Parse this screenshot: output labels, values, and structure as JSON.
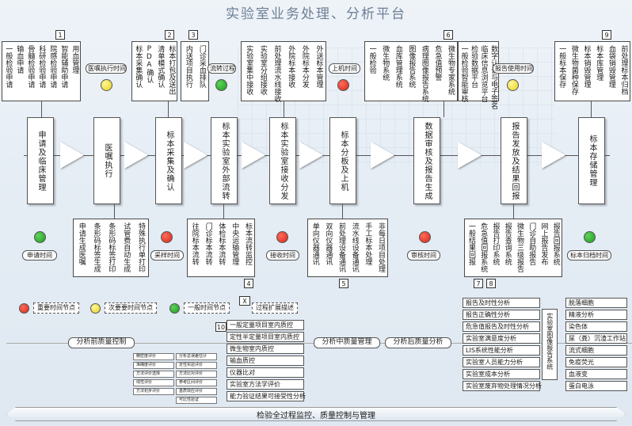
{
  "title": "实验室业务处理、分析平台",
  "top_groups": {
    "g1": {
      "num": "1",
      "items": [
        "一般检验申请",
        "输血申请",
        "骨髓检验申请",
        "科研检验申请",
        "院感检验申请",
        "智能辅助申请",
        "用血管理"
      ]
    },
    "g2": {
      "num": "2",
      "items": [
        "标本采集确认",
        "PDA确认",
        "清单模式确认",
        "标本打包及送出"
      ]
    },
    "g3": {
      "num": "3",
      "items": [
        "内送项目执行",
        "门诊采血排队"
      ]
    },
    "g4": {
      "items": [
        "实验室集中接收",
        "实验室分组接收",
        "前处理流水线接收",
        "外院标本接收",
        "外院标本分发",
        "外送标本管理"
      ]
    },
    "g5": {
      "items": [
        "一般检验",
        "微生物系统",
        "血库管理系统",
        "图像报告系统",
        "病理图像报告系统",
        "危急值预警",
        "微生物专家系统"
      ]
    },
    "g6": {
      "num": "6",
      "items": [
        "一般检验智能审核",
        "检验数据平台",
        "临床信息浏览平台",
        "数字认证与电子签名"
      ]
    },
    "g9": {
      "num": "9",
      "items": [
        "一般标本保存",
        "微生物菌种保存",
        "标本销毁管理",
        "标本库管理",
        "血袋销毁管理",
        "前处理标本归档"
      ]
    }
  },
  "time_labels": {
    "t_top1": "医嘱执行时间",
    "t_top2": "流转过程",
    "t_top3": "上机时间",
    "t_top4": "报告使用时间",
    "t_bot1": "申请时间",
    "t_bot2": "采样时间",
    "t_bot3": "接收时间",
    "t_bot4": "审核时间",
    "t_bot5": "标本归档时间"
  },
  "stages": [
    "申请及临床管理",
    "医嘱执行",
    "标本采集及确认",
    "标本实验室外部流转",
    "标本实验室接收分发",
    "标本分板及上机",
    "数据审核及报告生成",
    "报告发放及结果回报",
    "标本存储管理"
  ],
  "bottom_groups": {
    "b1": {
      "items": [
        "申请生成医嘱",
        "条形码标签生成",
        "条形码标签打印",
        "试管费自动生成",
        "特殊执行单打印"
      ]
    },
    "b2": {
      "num": "4",
      "items": [
        "往院标本流转",
        "门诊标本流转",
        "体检标本流转",
        "中央运输管理",
        "标本流转监控"
      ]
    },
    "b3": {
      "num": "5",
      "items": [
        "单向仪器通讯",
        "双向仪器通讯",
        "前处理设备通讯",
        "流水线设备通讯",
        "手工标本处理",
        "非每日项目处理"
      ]
    },
    "b4": {
      "num7": "7",
      "num8": "8",
      "items": [
        "一般结果回报",
        "危急值回报系统",
        "报告打印系统",
        "报告查询系统",
        "微生物三级报告",
        "门诊自助报告",
        "网上报告发布",
        "报告回报系统"
      ]
    }
  },
  "legend": {
    "red": "重要时间节点",
    "yellow": "次要要时间节点",
    "green": "一般时间节点",
    "x_mark": "X",
    "x_label": "过程扩展描述"
  },
  "quality": {
    "pre": "分析前质量控制",
    "mid": "分析中质量管理",
    "post": "分析后质量分析",
    "pre_items": [
      "精密度评价",
      "准确度评价",
      "方法评价选择",
      "线性评价",
      "方法初步评价"
    ],
    "pre_items2": [
      "分析总误差估计",
      "定性实验评价",
      "方法比对评价",
      "参考区间评价",
      "基质效应评价",
      "可比性验证"
    ],
    "mid_num": "10",
    "mid_items": [
      "一般定量项目室内质控",
      "定性半定量项目室内质控",
      "微生物室内质控",
      "输血质控",
      "仪器比对",
      "实验室方法学评价",
      "能力验证结果可接受性分析"
    ],
    "post_items": [
      "报告及时性分析",
      "报告正确性分析",
      "危急值报告及时性分析",
      "实验室满意度分析",
      "LIS系统性能分析",
      "实验室人员能力分析",
      "实验室成本分析",
      "实验室废弃物处理情况分析"
    ],
    "lab_system_title": "实验室图像报告系统",
    "lab_items": [
      "脱落细胞",
      "精液分析",
      "染色体",
      "尿（粪）沉渣工作站",
      "流式细胞",
      "免疫荧光",
      "血液变",
      "蛋白电泳"
    ]
  },
  "footer": "检验全过程监控、质量控制与管理"
}
